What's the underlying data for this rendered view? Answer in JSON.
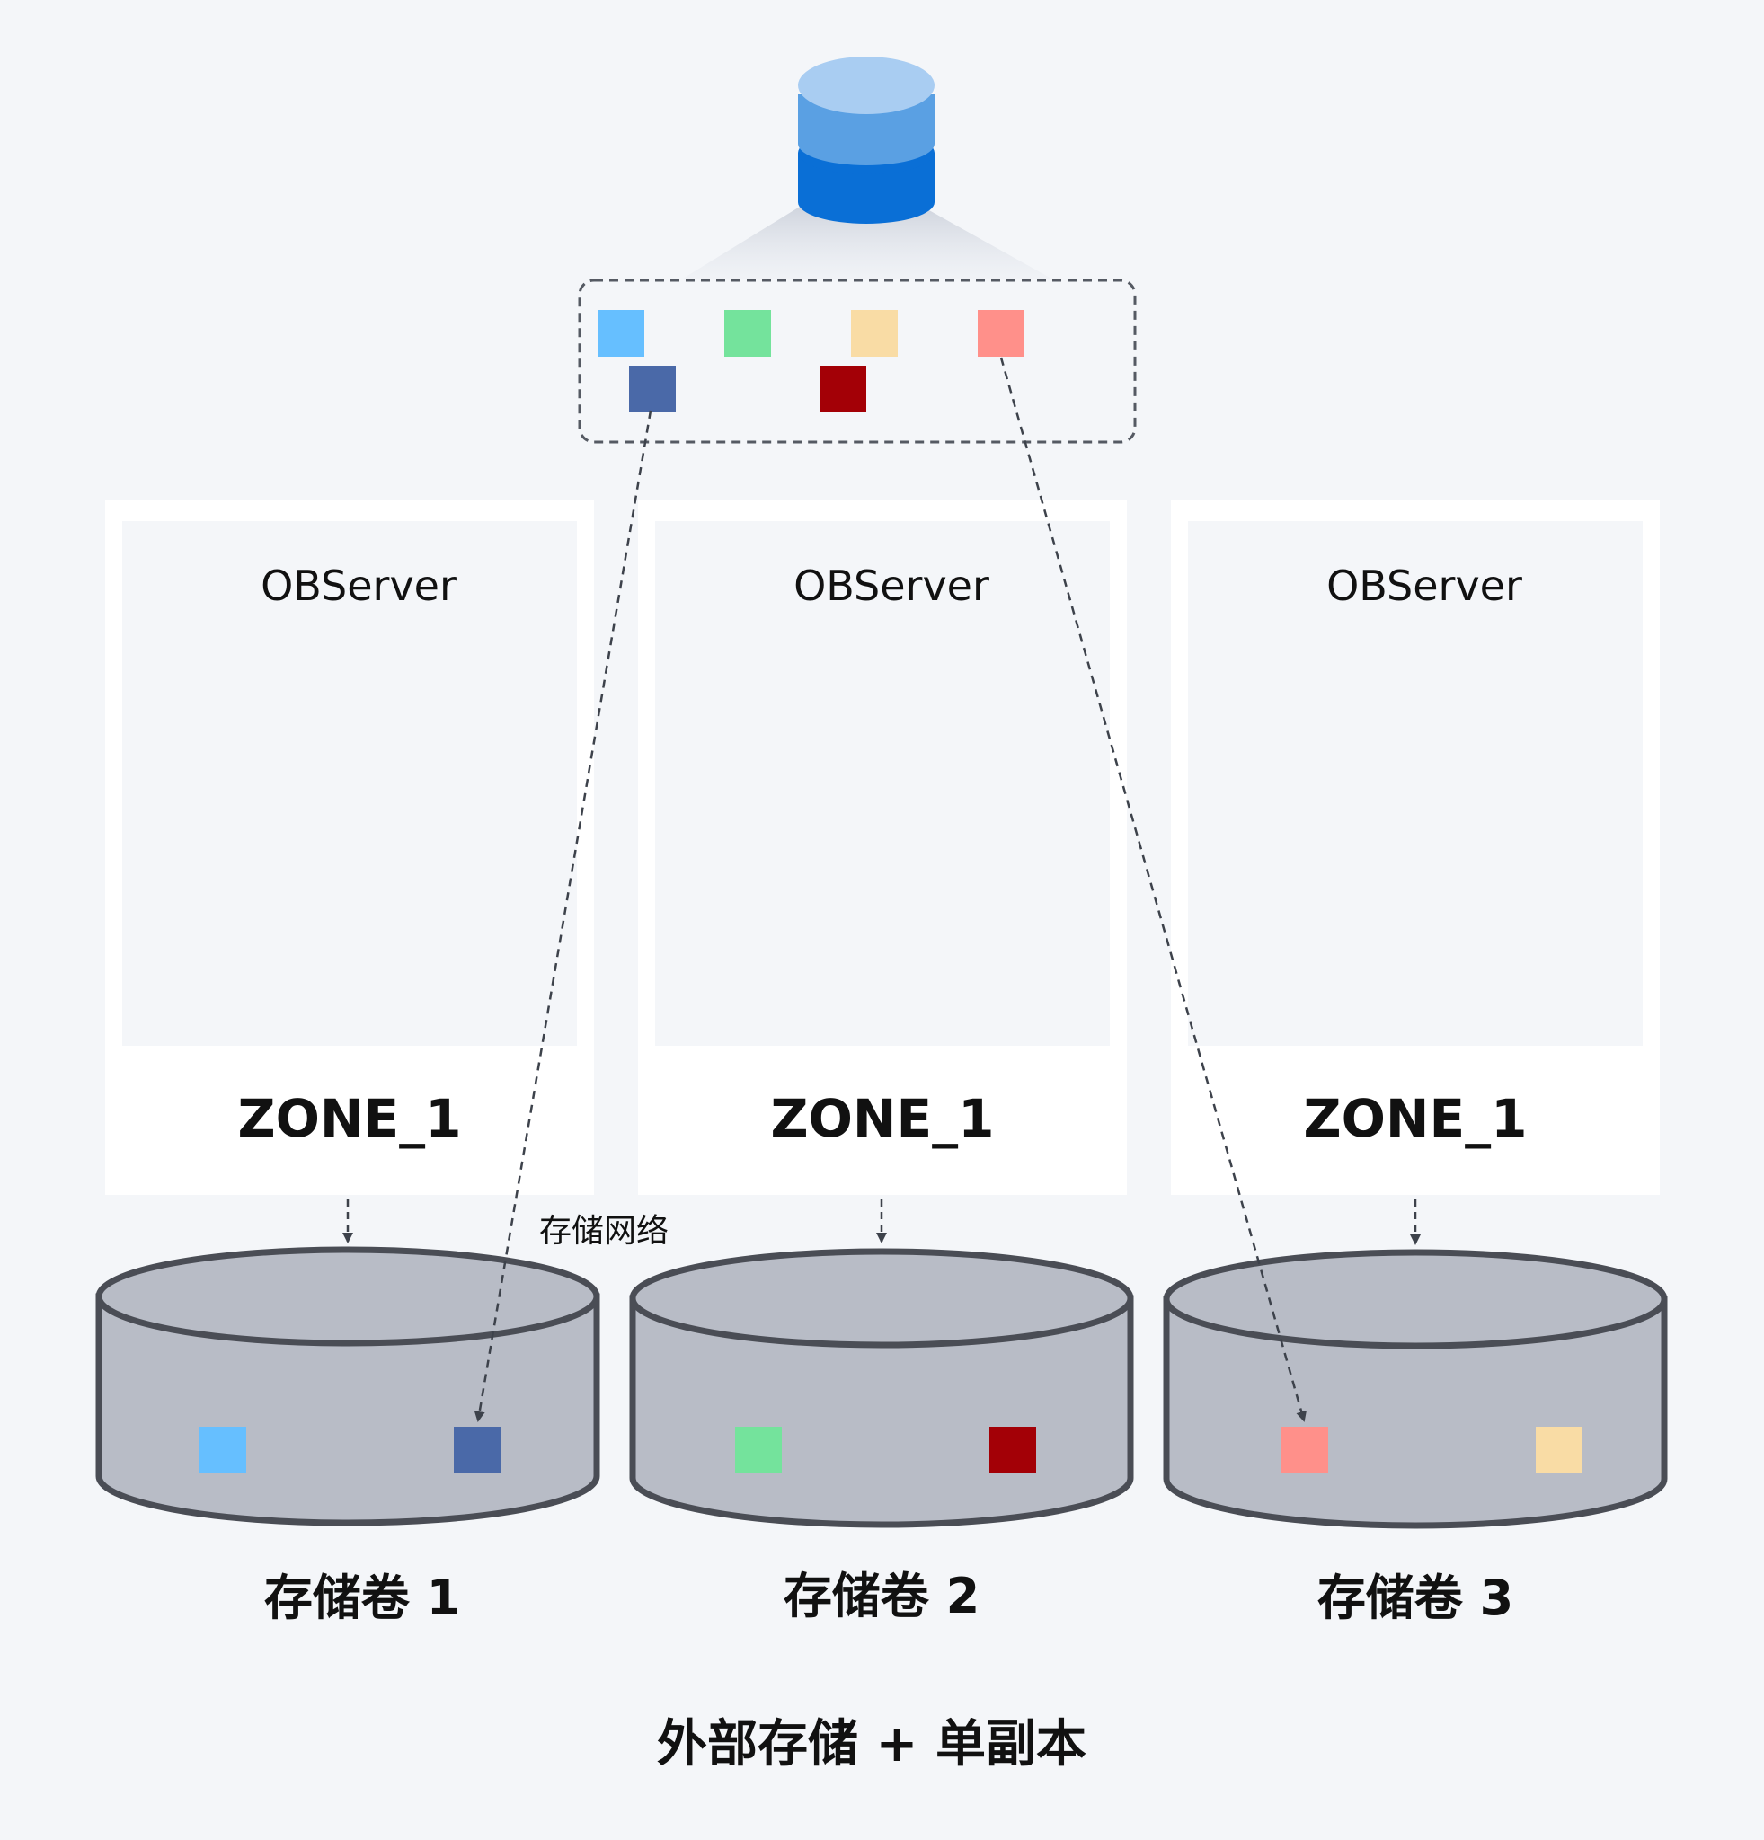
{
  "colors": {
    "background": "#f4f6f9",
    "panel": "#ffffff",
    "server_inner": "#f4f6f9",
    "volume_fill": "#b8bcc6",
    "volume_stroke": "#4a4d55",
    "dashed": "#555a63",
    "db_top": "#a9cdf2",
    "db_mid": "#5aa0e3",
    "db_bottom": "#0a6fd6"
  },
  "database_icon": {
    "icon": "database-icon"
  },
  "partitions": [
    {
      "id": "p-light-blue",
      "color": "#66bfff"
    },
    {
      "id": "p-green",
      "color": "#74e39c"
    },
    {
      "id": "p-sand",
      "color": "#f9dca5"
    },
    {
      "id": "p-pink",
      "color": "#ff908a"
    },
    {
      "id": "p-steel",
      "color": "#4a69a8"
    },
    {
      "id": "p-darkred",
      "color": "#a30006"
    }
  ],
  "servers": [
    {
      "server_label": "OBServer",
      "zone_label": "ZONE_1"
    },
    {
      "server_label": "OBServer",
      "zone_label": "ZONE_1"
    },
    {
      "server_label": "OBServer",
      "zone_label": "ZONE_1"
    }
  ],
  "volumes": [
    {
      "label": "存储卷 1",
      "blocks": [
        "#66bfff",
        "#4a69a8"
      ]
    },
    {
      "label": "存储卷 2",
      "blocks": [
        "#74e39c",
        "#a30006"
      ]
    },
    {
      "label": "存储卷 3",
      "blocks": [
        "#ff908a",
        "#f9dca5"
      ]
    }
  ],
  "network_label": "存储网络",
  "caption": "外部存储 + 单副本"
}
